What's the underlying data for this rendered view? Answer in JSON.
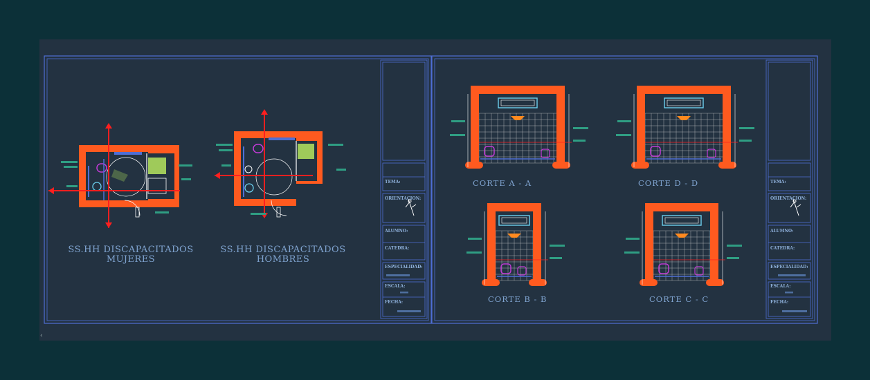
{
  "sheets": [
    {
      "titles": [
        {
          "line1": "SS.HH DISCAPACITADOS",
          "line2": "MUJERES"
        },
        {
          "line1": "SS.HH DISCAPACITADOS",
          "line2": "HOMBRES"
        }
      ],
      "title_block": {
        "tema": "TEMA:",
        "orientacion": "ORIENTACION:",
        "alumno": "ALUMNO:",
        "catedra": "CATEDRA:",
        "especialidad": "ESPECIALIDAD:",
        "escala": "ESCALA:",
        "fecha": "FECHA:"
      }
    },
    {
      "sections": [
        {
          "label": "CORTE A - A"
        },
        {
          "label": "CORTE D - D"
        },
        {
          "label": "CORTE B - B"
        },
        {
          "label": "CORTE C - C"
        }
      ],
      "title_block": {
        "tema": "TEMA:",
        "orientacion": "ORIENTACION:",
        "alumno": "ALUMNO:",
        "catedra": "CATEDRA:",
        "especialidad": "ESPECIALIDAD:",
        "escala": "ESCALA:",
        "fecha": "FECHA:"
      }
    }
  ],
  "colors": {
    "wall": "#ff5a1f",
    "frame": "#4f6fd6",
    "axis": "#ff1f1f",
    "fixture": "#c23bd6",
    "glass": "#6bd0ee",
    "annotation": "#2f9e83",
    "grid": "#c9c9c9",
    "green_fill": "#9fca5a"
  }
}
